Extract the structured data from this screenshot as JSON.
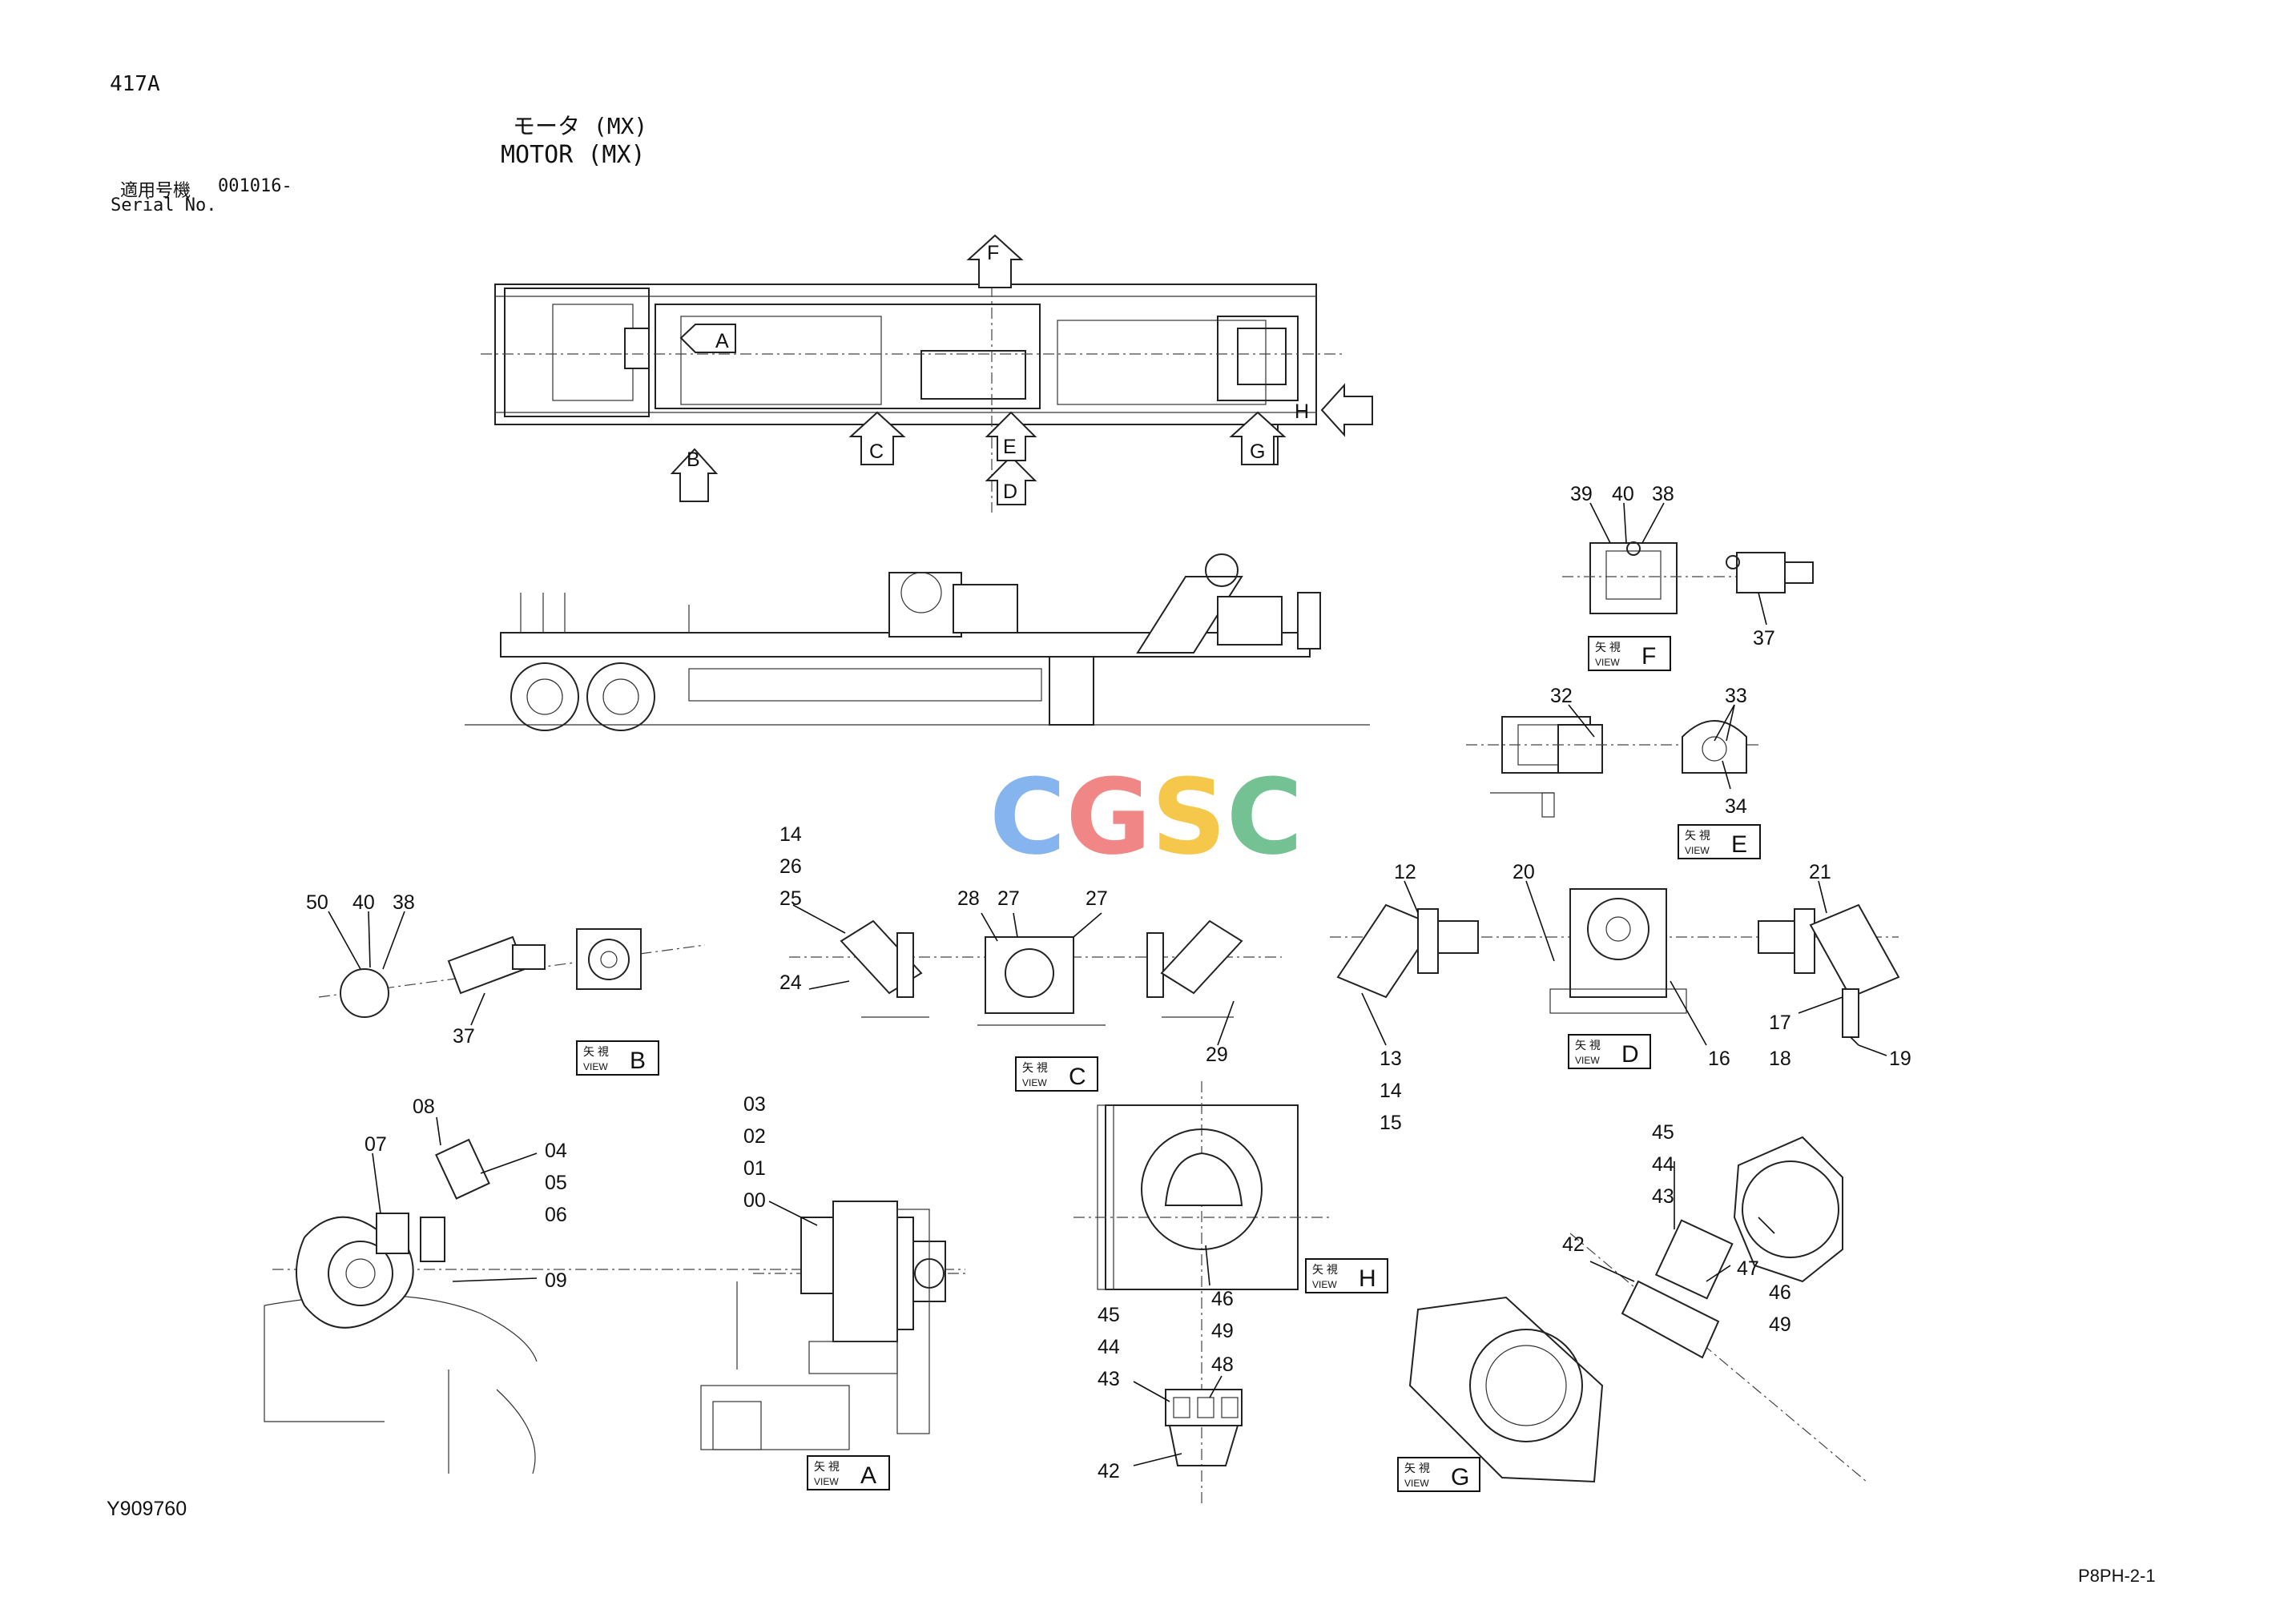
{
  "header": {
    "code": "417A",
    "title_jp": "モータ (MX)",
    "title_en": "MOTOR (MX)",
    "serial_jp": "適用号機",
    "serial_en": "Serial No.",
    "serial_value": "001016-"
  },
  "footer": {
    "doc_id": "Y909760",
    "page_ref": "P8PH-2-1"
  },
  "watermark": {
    "text": "CGSC",
    "colors": [
      "#7fb0ee",
      "#f08080",
      "#f5c542",
      "#6dbf8f"
    ]
  },
  "view_box_labels": {
    "jp": "矢 視",
    "en": "VIEW"
  },
  "views": [
    "A",
    "B",
    "C",
    "D",
    "E",
    "F",
    "G",
    "H"
  ],
  "arrow_markers": [
    "A",
    "B",
    "C",
    "D",
    "E",
    "F",
    "G",
    "H"
  ],
  "part_numbers": {
    "viewF": [
      "39",
      "40",
      "38",
      "37"
    ],
    "viewE": [
      "32",
      "33",
      "34"
    ],
    "viewB": [
      "50",
      "40",
      "38",
      "37"
    ],
    "viewC": [
      "14",
      "26",
      "25",
      "24",
      "28",
      "27",
      "27",
      "29"
    ],
    "viewD": [
      "12",
      "13",
      "14",
      "15",
      "20",
      "16",
      "21",
      "17",
      "18",
      "19"
    ],
    "viewA_left": [
      "08",
      "07",
      "04",
      "05",
      "06",
      "09"
    ],
    "viewA_right": [
      "03",
      "02",
      "01",
      "00"
    ],
    "viewH": [
      "45",
      "44",
      "43",
      "46",
      "49",
      "48",
      "42"
    ],
    "viewG": [
      "45",
      "44",
      "43",
      "42",
      "47",
      "46",
      "49"
    ]
  }
}
